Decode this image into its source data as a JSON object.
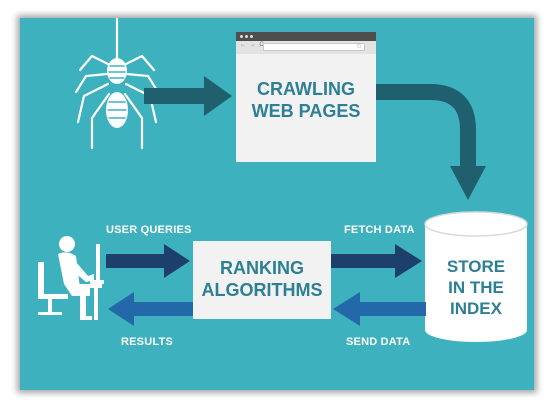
{
  "nodes": {
    "crawling": {
      "line1": "CRAWLING",
      "line2": "WEB PAGES"
    },
    "ranking": {
      "line1": "RANKING",
      "line2": "ALGORITHMS"
    },
    "store": {
      "line1": "STORE",
      "line2": "IN THE",
      "line3": "INDEX"
    }
  },
  "edges": {
    "user_queries": "USER QUERIES",
    "fetch_data": "FETCH DATA",
    "results": "RESULTS",
    "send_data": "SEND DATA"
  },
  "browser": {
    "nav": "← → C"
  },
  "colors": {
    "background": "#3eb1bf",
    "dark_arrow": "#1f5f6e",
    "navy_arrow": "#1d3f6b",
    "blue_arrow": "#2368a8",
    "box_text": "#2c7f94",
    "box_fill": "#f2f2f2"
  },
  "icons": [
    "spider-icon",
    "browser-window-icon",
    "person-at-computer-icon",
    "database-cylinder-icon"
  ]
}
